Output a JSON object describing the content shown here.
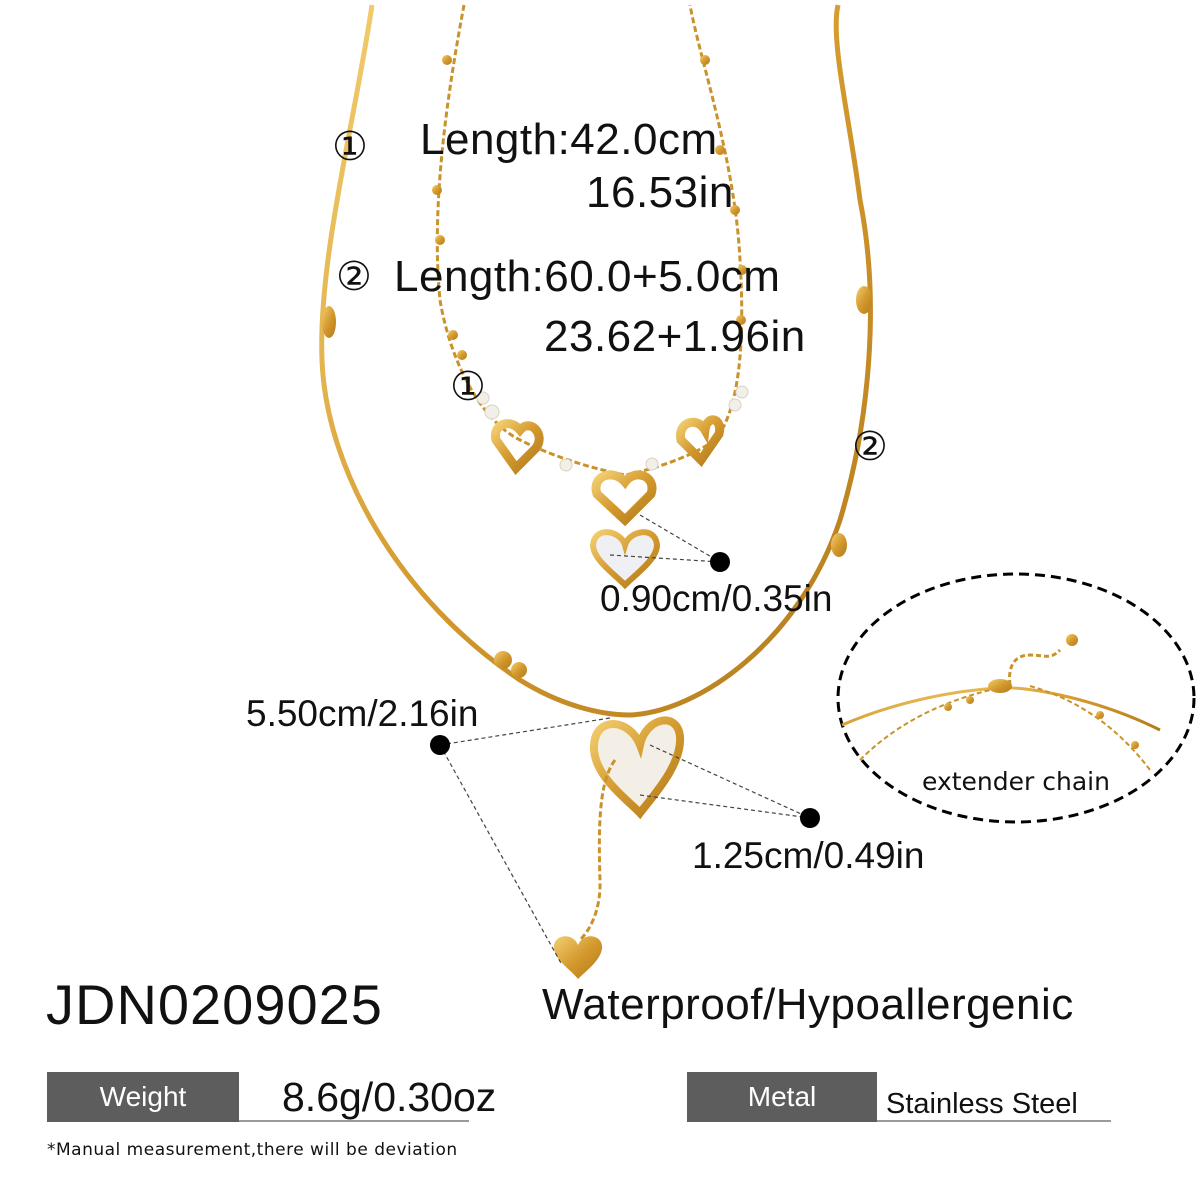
{
  "necklace_1": {
    "marker": "①",
    "length_label": "Length:42.0cm",
    "length_in": "16.53in"
  },
  "necklace_2": {
    "marker": "②",
    "length_label": "Length:60.0+5.0cm",
    "length_in": "23.62+1.96in"
  },
  "chain_markers": {
    "one": "①",
    "two": "②"
  },
  "dimensions": {
    "small_pendant": "0.90cm/0.35in",
    "drop_length": "5.50cm/2.16in",
    "large_pendant": "1.25cm/0.49in"
  },
  "extender": {
    "label": "extender chain"
  },
  "product": {
    "sku": "JDN0209025",
    "features": "Waterproof/Hypoallergenic"
  },
  "specs": {
    "weight_label": "Weight",
    "weight_value": "8.6g/0.30oz",
    "metal_label": "Metal",
    "metal_value": "Stainless Steel"
  },
  "footnote": "*Manual measurement,there will be deviation",
  "colors": {
    "gold": "#d9a53c",
    "label_bar": "#5d5d5d"
  }
}
